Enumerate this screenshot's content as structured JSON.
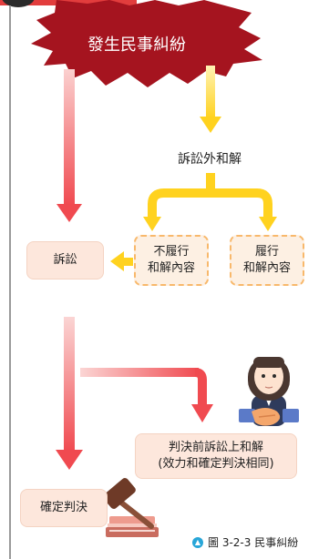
{
  "burst": {
    "label": "發生民事糾紛"
  },
  "out_of_court": {
    "label": "訴訟外和解"
  },
  "boxes": {
    "litigation": "訴訟",
    "not_perform_line1": "不履行",
    "not_perform_line2": "和解內容",
    "perform_line1": "履行",
    "perform_line2": "和解內容",
    "pre_judgment_line1": "判決前訴訟上和解",
    "pre_judgment_line2": "(效力和確定判決相同)",
    "final_judgment": "確定判決"
  },
  "caption": {
    "text": "圖 3-2-3  民事糾紛"
  },
  "colors": {
    "red_arrow": "#f0575a",
    "yellow_arrow": "#ffd21f",
    "burst": "#a5141f",
    "box_fill": "#fde7dc"
  },
  "icons": [
    "burst-shape-icon",
    "person-icon",
    "handshake-icon",
    "gavel-icon",
    "caption-arrow-icon"
  ]
}
